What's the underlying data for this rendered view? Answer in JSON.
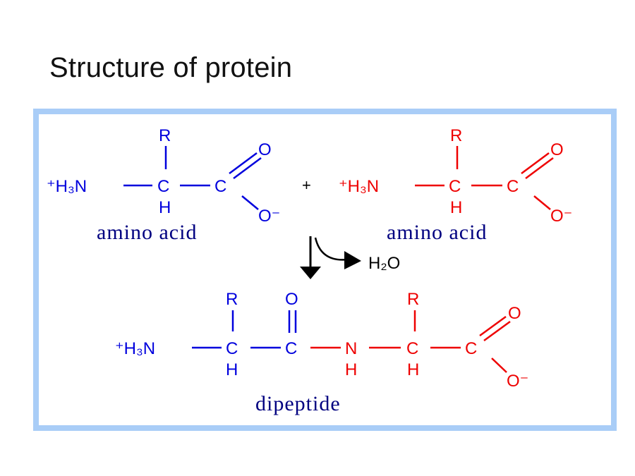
{
  "slide": {
    "title": "Structure of protein"
  },
  "colors": {
    "blue": "#0000dd",
    "red": "#ee0000",
    "black": "#000000",
    "frame": "#a9cdf7"
  },
  "reactant1": {
    "nh3": "⁺H₃N",
    "carbon": "C",
    "r_group": "R",
    "hydrogen": "H",
    "carboxyl_c": "C",
    "oxygen": "O",
    "oxide": "O⁻",
    "label": "amino acid"
  },
  "plus": "+",
  "reactant2": {
    "nh3": "⁺H₃N",
    "carbon": "C",
    "r_group": "R",
    "hydrogen": "H",
    "carboxyl_c": "C",
    "oxygen": "O",
    "oxide": "O⁻",
    "label": "amino acid"
  },
  "byproduct": "H₂O",
  "product": {
    "nh3": "⁺H₃N",
    "c1": "C",
    "r1": "R",
    "h1": "H",
    "c2": "C",
    "o2": "O",
    "n": "N",
    "hn": "H",
    "c3": "C",
    "r3": "R",
    "h3": "H",
    "c4": "C",
    "o4": "O",
    "o4m": "O⁻",
    "label": "dipeptide"
  }
}
